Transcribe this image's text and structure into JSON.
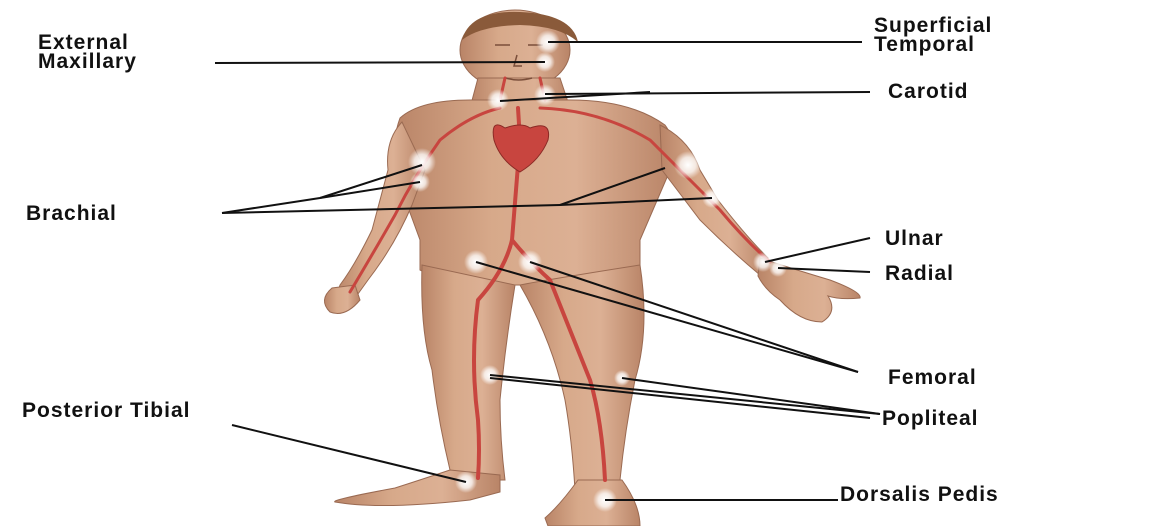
{
  "diagram": {
    "labels": {
      "external_maxillary": "External\nMaxillary",
      "superficial_temporal": "Superficial\nTemporal",
      "carotid": "Carotid",
      "brachial": "Brachial",
      "ulnar": "Ulnar",
      "radial": "Radial",
      "femoral": "Femoral",
      "posterior_tibial": "Posterior Tibial",
      "popliteal": "Popliteal",
      "dorsalis_pedis": "Dorsalis Pedis"
    },
    "colors": {
      "skin": "#d7a98a",
      "skin_shade": "#b98467",
      "artery": "#c8453f",
      "pulse_point": "#ffffff",
      "leader_line": "#111111",
      "label_text": "#111111"
    }
  }
}
